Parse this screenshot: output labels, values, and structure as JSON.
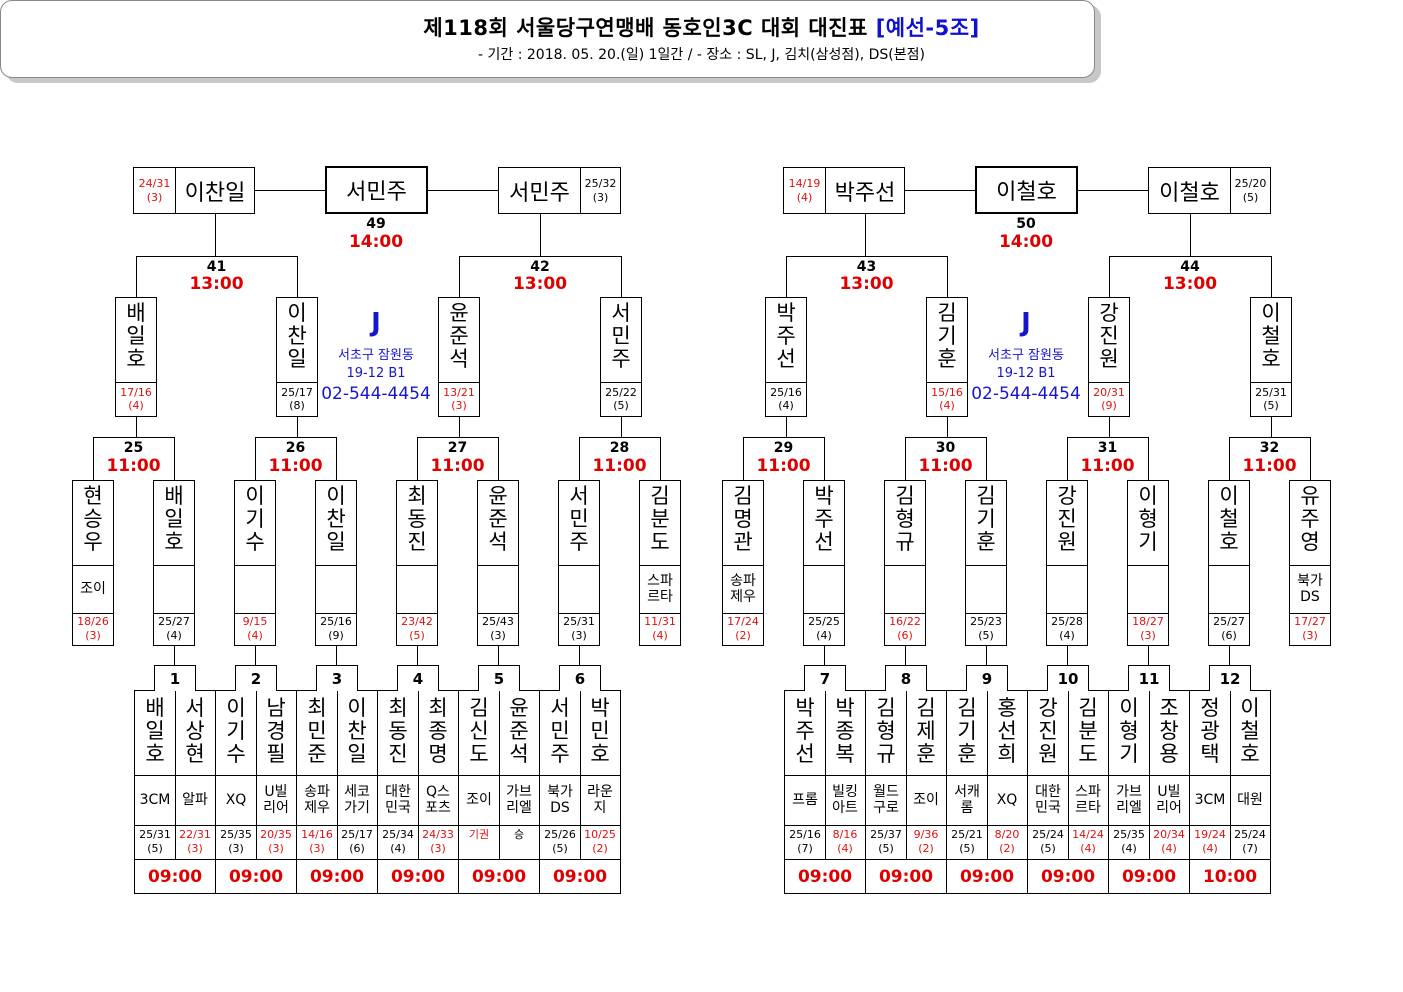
{
  "header": {
    "title": "제118회 서울당구연맹배 동호인3C 대회 대진표",
    "group_label": "[예선-5조]",
    "subtitle": "- 기간 : 2018. 05. 20.(일) 1일간 / - 장소 : SL, J, 김치(삼성점), DS(본점)"
  },
  "venue": {
    "code": "J",
    "address1": "서초구 잠원동",
    "address2": "19-12 B1",
    "phone": "02-544-4454"
  },
  "brackets": [
    {
      "final": {
        "match": "49",
        "time": "14:00",
        "left": {
          "name": "이찬일",
          "score": "24/31",
          "inn": "(3)",
          "red": true
        },
        "center": "서민주",
        "right": {
          "name": "서민주",
          "score": "25/32",
          "inn": "(3)",
          "red": false
        }
      },
      "semis": [
        {
          "match": "41",
          "time": "13:00",
          "p1": {
            "name": "배일호",
            "score": "17/16",
            "inn": "(4)",
            "red": true
          },
          "p2": {
            "name": "이찬일",
            "score": "25/17",
            "inn": "(8)",
            "red": false
          }
        },
        {
          "match": "42",
          "time": "13:00",
          "p1": {
            "name": "윤준석",
            "score": "13/21",
            "inn": "(3)",
            "red": true
          },
          "p2": {
            "name": "서민주",
            "score": "25/22",
            "inn": "(5)",
            "red": false
          }
        }
      ],
      "quarters": [
        {
          "match": "25",
          "time": "11:00",
          "p1": {
            "name": "현승우",
            "club": "조이",
            "score": "18/26",
            "inn": "(3)",
            "red": true
          },
          "p2": {
            "name": "배일호",
            "club": "",
            "score": "25/27",
            "inn": "(4)",
            "red": false
          }
        },
        {
          "match": "26",
          "time": "11:00",
          "p1": {
            "name": "이기수",
            "club": "",
            "score": "9/15",
            "inn": "(4)",
            "red": true
          },
          "p2": {
            "name": "이찬일",
            "club": "",
            "score": "25/16",
            "inn": "(9)",
            "red": false
          }
        },
        {
          "match": "27",
          "time": "11:00",
          "p1": {
            "name": "최동진",
            "club": "",
            "score": "23/42",
            "inn": "(5)",
            "red": true
          },
          "p2": {
            "name": "윤준석",
            "club": "",
            "score": "25/43",
            "inn": "(3)",
            "red": false
          }
        },
        {
          "match": "28",
          "time": "11:00",
          "p1": {
            "name": "서민주",
            "club": "",
            "score": "25/31",
            "inn": "(3)",
            "red": false
          },
          "p2": {
            "name": "김분도",
            "club": "스파\n르타",
            "score": "11/31",
            "inn": "(4)",
            "red": true
          }
        }
      ],
      "first": [
        {
          "match": "1",
          "time": "09:00",
          "p1": {
            "name": "배일호",
            "club": "3CM",
            "score": "25/31",
            "inn": "(5)",
            "red": false
          },
          "p2": {
            "name": "서상현",
            "club": "알파",
            "score": "22/31",
            "inn": "(3)",
            "red": true
          }
        },
        {
          "match": "2",
          "time": "09:00",
          "p1": {
            "name": "이기수",
            "club": "XQ",
            "score": "25/35",
            "inn": "(3)",
            "red": false
          },
          "p2": {
            "name": "남경필",
            "club": "U빌\n리어",
            "score": "20/35",
            "inn": "(3)",
            "red": true
          }
        },
        {
          "match": "3",
          "time": "09:00",
          "p1": {
            "name": "최민준",
            "club": "송파\n제우",
            "score": "14/16",
            "inn": "(3)",
            "red": true
          },
          "p2": {
            "name": "이찬일",
            "club": "세코\n가기",
            "score": "25/17",
            "inn": "(6)",
            "red": false
          }
        },
        {
          "match": "4",
          "time": "09:00",
          "p1": {
            "name": "최동진",
            "club": "대한\n민국",
            "score": "25/34",
            "inn": "(4)",
            "red": false
          },
          "p2": {
            "name": "최종명",
            "club": "Q스\n포츠",
            "score": "24/33",
            "inn": "(3)",
            "red": true
          }
        },
        {
          "match": "5",
          "time": "09:00",
          "p1": {
            "name": "김신도",
            "club": "조이",
            "score": "기권",
            "inn": "",
            "red": true
          },
          "p2": {
            "name": "윤준석",
            "club": "가브\n리엘",
            "score": "승",
            "inn": "",
            "red": false
          }
        },
        {
          "match": "6",
          "time": "09:00",
          "p1": {
            "name": "서민주",
            "club": "북가\nDS",
            "score": "25/26",
            "inn": "(5)",
            "red": false
          },
          "p2": {
            "name": "박민호",
            "club": "라운\n지",
            "score": "10/25",
            "inn": "(2)",
            "red": true
          }
        }
      ]
    },
    {
      "final": {
        "match": "50",
        "time": "14:00",
        "left": {
          "name": "박주선",
          "score": "14/19",
          "inn": "(4)",
          "red": true
        },
        "center": "이철호",
        "right": {
          "name": "이철호",
          "score": "25/20",
          "inn": "(5)",
          "red": false
        }
      },
      "semis": [
        {
          "match": "43",
          "time": "13:00",
          "p1": {
            "name": "박주선",
            "score": "25/16",
            "inn": "(4)",
            "red": false
          },
          "p2": {
            "name": "김기훈",
            "score": "15/16",
            "inn": "(4)",
            "red": true
          }
        },
        {
          "match": "44",
          "time": "13:00",
          "p1": {
            "name": "강진원",
            "score": "20/31",
            "inn": "(9)",
            "red": true
          },
          "p2": {
            "name": "이철호",
            "score": "25/31",
            "inn": "(5)",
            "red": false
          }
        }
      ],
      "quarters": [
        {
          "match": "29",
          "time": "11:00",
          "p1": {
            "name": "김명관",
            "club": "송파\n제우",
            "score": "17/24",
            "inn": "(2)",
            "red": true
          },
          "p2": {
            "name": "박주선",
            "club": "",
            "score": "25/25",
            "inn": "(4)",
            "red": false
          }
        },
        {
          "match": "30",
          "time": "11:00",
          "p1": {
            "name": "김형규",
            "club": "",
            "score": "16/22",
            "inn": "(6)",
            "red": true
          },
          "p2": {
            "name": "김기훈",
            "club": "",
            "score": "25/23",
            "inn": "(5)",
            "red": false
          }
        },
        {
          "match": "31",
          "time": "11:00",
          "p1": {
            "name": "강진원",
            "club": "",
            "score": "25/28",
            "inn": "(4)",
            "red": false
          },
          "p2": {
            "name": "이형기",
            "club": "",
            "score": "18/27",
            "inn": "(3)",
            "red": true
          }
        },
        {
          "match": "32",
          "time": "11:00",
          "p1": {
            "name": "이철호",
            "club": "",
            "score": "25/27",
            "inn": "(6)",
            "red": false
          },
          "p2": {
            "name": "유주영",
            "club": "북가\nDS",
            "score": "17/27",
            "inn": "(3)",
            "red": true
          }
        }
      ],
      "first": [
        {
          "match": "7",
          "time": "09:00",
          "p1": {
            "name": "박주선",
            "club": "프롬",
            "score": "25/16",
            "inn": "(7)",
            "red": false
          },
          "p2": {
            "name": "박종복",
            "club": "빌킹\n아트",
            "score": "8/16",
            "inn": "(4)",
            "red": true
          }
        },
        {
          "match": "8",
          "time": "09:00",
          "p1": {
            "name": "김형규",
            "club": "월드\n구로",
            "score": "25/37",
            "inn": "(5)",
            "red": false
          },
          "p2": {
            "name": "김제훈",
            "club": "조이",
            "score": "9/36",
            "inn": "(2)",
            "red": true
          }
        },
        {
          "match": "9",
          "time": "09:00",
          "p1": {
            "name": "김기훈",
            "club": "서캐\n롬",
            "score": "25/21",
            "inn": "(5)",
            "red": false
          },
          "p2": {
            "name": "홍선희",
            "club": "XQ",
            "score": "8/20",
            "inn": "(2)",
            "red": true
          }
        },
        {
          "match": "10",
          "time": "09:00",
          "p1": {
            "name": "강진원",
            "club": "대한\n민국",
            "score": "25/24",
            "inn": "(5)",
            "red": false
          },
          "p2": {
            "name": "김분도",
            "club": "스파\n르타",
            "score": "14/24",
            "inn": "(4)",
            "red": true
          }
        },
        {
          "match": "11",
          "time": "09:00",
          "p1": {
            "name": "이형기",
            "club": "가브\n리엘",
            "score": "25/35",
            "inn": "(4)",
            "red": false
          },
          "p2": {
            "name": "조창용",
            "club": "U빌\n리어",
            "score": "20/34",
            "inn": "(4)",
            "red": true
          }
        },
        {
          "match": "12",
          "time": "10:00",
          "p1": {
            "name": "정광택",
            "club": "3CM",
            "score": "19/24",
            "inn": "(4)",
            "red": true
          },
          "p2": {
            "name": "이철호",
            "club": "대원",
            "score": "25/24",
            "inn": "(7)",
            "red": false
          }
        }
      ]
    }
  ]
}
